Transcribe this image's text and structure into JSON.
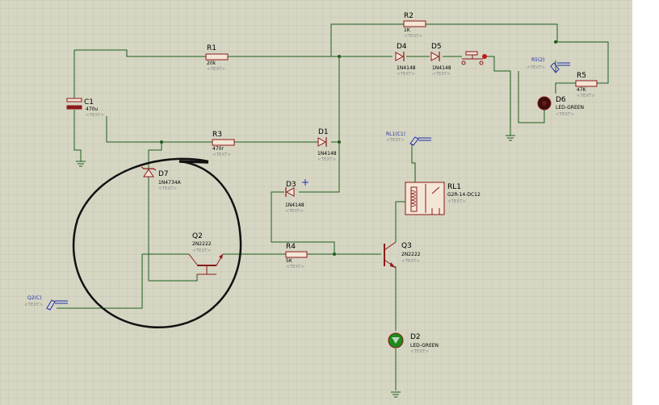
{
  "components": {
    "r1": {
      "ref": "R1",
      "value": "20k",
      "text": "<TEXT>"
    },
    "r2": {
      "ref": "R2",
      "value": "1K",
      "text": "<TEXT>"
    },
    "r3": {
      "ref": "R3",
      "value": "470r",
      "text": "<TEXT>"
    },
    "r4": {
      "ref": "R4",
      "value": "5K",
      "text": "<TEXT>"
    },
    "r5": {
      "ref": "R5",
      "value": "47K",
      "text": "<TEXT>"
    },
    "c1": {
      "ref": "C1",
      "value": "470u",
      "text": "<TEXT>"
    },
    "d1": {
      "ref": "D1",
      "value": "1N4148",
      "text": "<TEXT>"
    },
    "d3": {
      "ref": "D3",
      "value": "1N4148",
      "text": "<TEXT>"
    },
    "d4": {
      "ref": "D4",
      "value": "1N4148",
      "text": "<TEXT>"
    },
    "d5": {
      "ref": "D5",
      "value": "1N4148",
      "text": "<TEXT>"
    },
    "d6": {
      "ref": "D6",
      "value": "LED-GREEN",
      "text": "<TEXT>"
    },
    "d2": {
      "ref": "D2",
      "value": "LED-GREEN",
      "text": "<TEXT>"
    },
    "d7": {
      "ref": "D7",
      "value": "1N4734A",
      "text": "<TEXT>"
    },
    "q2": {
      "ref": "Q2",
      "value": "2N2222",
      "text": "<TEXT>"
    },
    "q3": {
      "ref": "Q3",
      "value": "2N2222",
      "text": "<TEXT>"
    },
    "rl1": {
      "ref": "RL1",
      "value": "G2R-14-DC12",
      "text": "<TEXT>"
    }
  },
  "probes": {
    "rl1_c1": {
      "label": "RL1(C1)",
      "text": "<TEXT>"
    },
    "r5_2": {
      "label": "R5(2)",
      "text": "<TEXT>"
    },
    "q2_c": {
      "label": "Q2(C)",
      "text": "<TEXT>"
    }
  },
  "colors": {
    "background": "#d6d6c2",
    "grid": "#b9b9b9",
    "wire": "#1e5d1e",
    "component_outline": "#8b1a1a",
    "probe": "#1f2fb0",
    "led_green": "#1c8a1c"
  }
}
